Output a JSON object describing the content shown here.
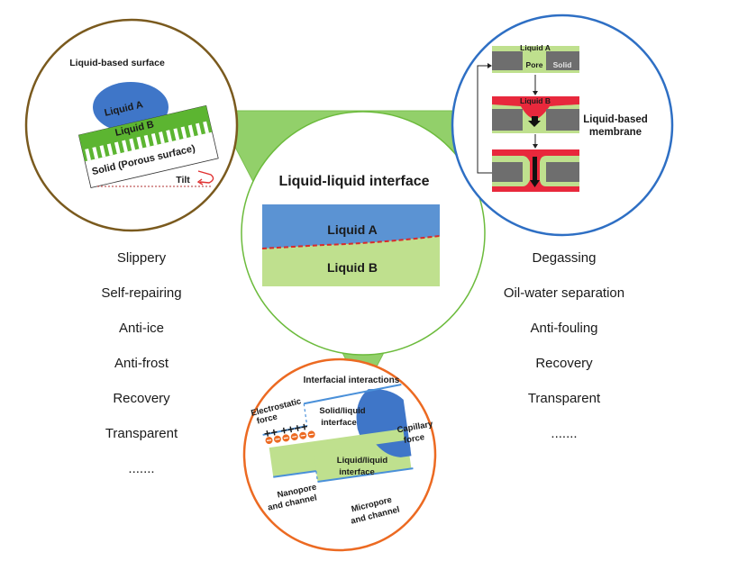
{
  "center": {
    "title": "Liquid-liquid interface",
    "top_liquid": "Liquid A",
    "bottom_liquid": "Liquid B"
  },
  "surface_panel": {
    "title": "Liquid-based surface",
    "droplet": "Liquid A",
    "lubricant": "Liquid B",
    "solid": "Solid (Porous surface)",
    "tilt": "Tilt"
  },
  "membrane_panel": {
    "title_line1": "Liquid-based",
    "title_line2": "membrane",
    "liquid_a": "Liquid A",
    "pore": "Pore",
    "solid": "Solid",
    "liquid_b": "Liquid B"
  },
  "interactions_panel": {
    "title": "Interfacial interactions",
    "electrostatic_line1": "Electrostatic",
    "electrostatic_line2": "force",
    "charges": "++ ++++",
    "solid_liquid_line1": "Solid/liquid",
    "solid_liquid_line2": "interface",
    "capillary_line1": "Capillary",
    "capillary_line2": "force",
    "liquid_liquid_line1": "Liquid/liquid",
    "liquid_liquid_line2": "interface",
    "nanopore_line1": "Nanopore",
    "nanopore_line2": "and channel",
    "micropore_line1": "Micropore",
    "micropore_line2": "and channel"
  },
  "left_applications": [
    "Slippery",
    "Self-repairing",
    "Anti-ice",
    "Anti-frost",
    "Recovery",
    "Transparent",
    "......."
  ],
  "right_applications": [
    "Degassing",
    "Oil-water separation",
    "Anti-fouling",
    "Recovery",
    "Transparent",
    "......."
  ],
  "colors": {
    "triangle_green": "#92d06a",
    "liquid_a_blue": "#5b93d3",
    "liquid_b_green": "#bfe08e",
    "lubricant_green": "#5cb531",
    "membrane_red": "#e8283c",
    "solid_gray": "#6e6e6e",
    "surface_circle": "#7a5a1e",
    "membrane_circle": "#2e6fc4",
    "interaction_circle": "#ec6a22",
    "interface_dash": "#d92b2b"
  }
}
